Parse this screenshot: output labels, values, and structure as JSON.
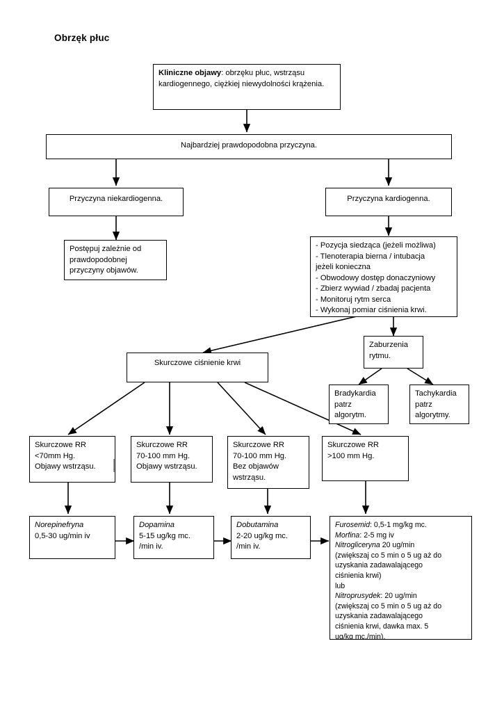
{
  "document": {
    "title": "Obrzęk płuc"
  },
  "nodes": {
    "clinical_signs": {
      "lead": "Kliniczne objawy",
      "rest": ": obrzęku płuc, wstrząsu kardiogennego, ciężkiej niewydolności krążenia."
    },
    "most_likely_cause": "Najbardziej prawdopodobna przyczyna.",
    "noncardiogenic_cause": "Przyczyna niekardiogenna.",
    "cardiogenic_cause": "Przyczyna kardiogenna.",
    "act_by_cause": "Postępuj zależnie od prawdopodobnej przyczyny objawów.",
    "cardiogenic_actions": "- Pozycja siedząca (jeżeli możliwa)\n- Tlenoterapia bierna / intubacja\njeżeli konieczna\n- Obwodowy dostęp donaczyniowy\n- Zbierz wywiad / zbadaj pacjenta\n- Monitoruj rytm serca\n- Wykonaj pomiar ciśnienia krwi.",
    "systolic_bp": "Skurczowe ciśnienie krwi",
    "rhythm_disturbance": "Zaburzenia\nrytmu.",
    "bradycardia": "Bradykardia\npatrz\nalgorytm.",
    "tachycardia": "Tachykardia\npatrz\nalgorytmy.",
    "rr_below_70": "Skurczowe RR\n<70mm Hg.\nObjawy wstrząsu.",
    "rr_70_100_shock": "Skurczowe RR\n70-100 mm Hg.\nObjawy wstrząsu.",
    "rr_70_100_noshock": "Skurczowe RR\n70-100 mm Hg.\nBez objawów\nwstrząsu.",
    "rr_above_100": "Skurczowe RR\n>100 mm Hg.",
    "norepinephrine": {
      "drug": "Norepinefryna",
      "dose": "0,5-30 ug/min iv"
    },
    "dopamine": {
      "drug": "Dopamina",
      "dose": "5-15 ug/kg mc.\n/min iv."
    },
    "dobutamine": {
      "drug": "Dobutamina",
      "dose": "2-20 ug/kg mc.\n/min iv."
    },
    "final_therapy": {
      "furosemid_name": "Furosemid",
      "furosemid_dose": ": 0,5-1 mg/kg mc.",
      "morfina_name": "Morfina",
      "morfina_dose": ": 2-5 mg iv",
      "nitrogliceryna_name": "Nitrogliceryna",
      "nitrogliceryna_dose": " 20 ug/min",
      "nitrogliceryna_note": "(zwiększaj co 5 min o 5 ug aż do\nuzyskania zadawalającego\nciśnienia krwi)",
      "or_text": "lub",
      "nitroprusydek_name": "Nitroprusydek",
      "nitroprusydek_dose": ": 20 ug/min",
      "nitroprusydek_note": "(zwiększaj co 5 min o 5 ug aż do\nuzyskania zadawalającego\nciśnienia krwi, dawka max. 5\nug/kg mc./min)."
    }
  },
  "colors": {
    "stroke": "#000000",
    "background": "#ffffff",
    "artifact": "#9a9a9a"
  }
}
